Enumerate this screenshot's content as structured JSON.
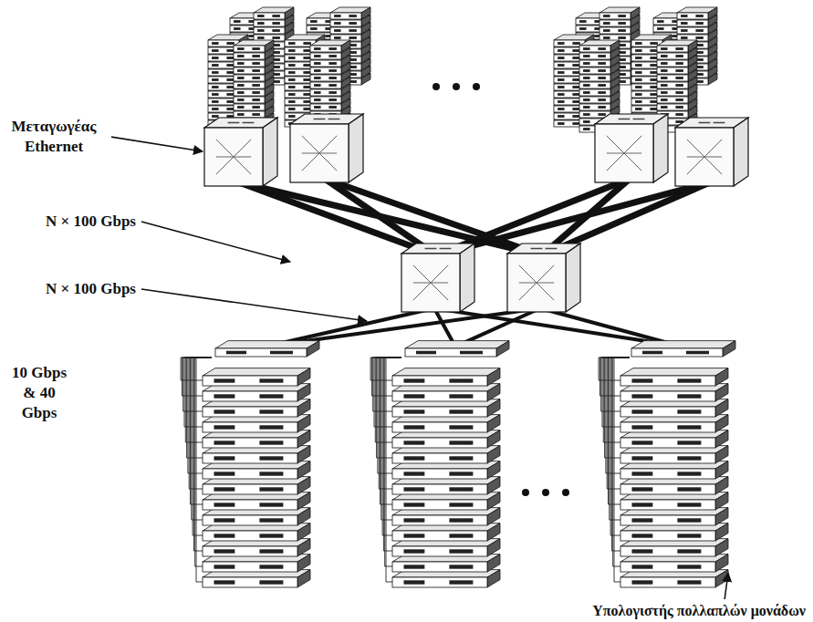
{
  "diagram": {
    "labels": [
      "Μεταγωγέας Ethernet",
      "N × 100 Gbps",
      "N × 100 Gbps",
      "10 Gbps & 40 Gbps",
      "Υπολογιστής πολλαπλών μονάδων"
    ]
  }
}
